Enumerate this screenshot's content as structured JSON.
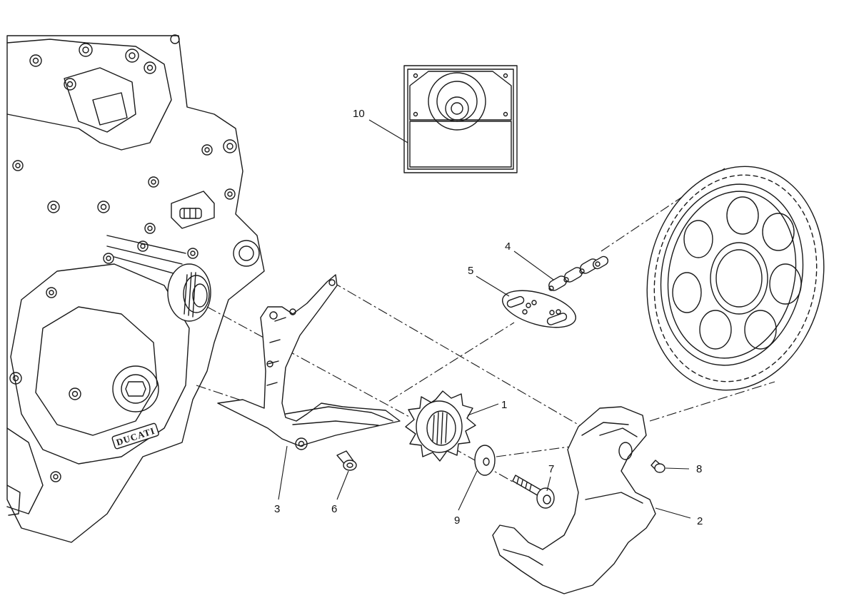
{
  "callouts": [
    {
      "id": "1",
      "label": "1"
    },
    {
      "id": "2",
      "label": "2"
    },
    {
      "id": "3",
      "label": "3"
    },
    {
      "id": "4",
      "label": "4"
    },
    {
      "id": "5",
      "label": "5"
    },
    {
      "id": "6",
      "label": "6"
    },
    {
      "id": "7",
      "label": "7"
    },
    {
      "id": "8",
      "label": "8"
    },
    {
      "id": "9",
      "label": "9"
    },
    {
      "id": "10",
      "label": "10"
    }
  ],
  "engine_logo_text": "DUCATI",
  "colors": {
    "ink": "#1a1a1a",
    "background": "#ffffff"
  }
}
